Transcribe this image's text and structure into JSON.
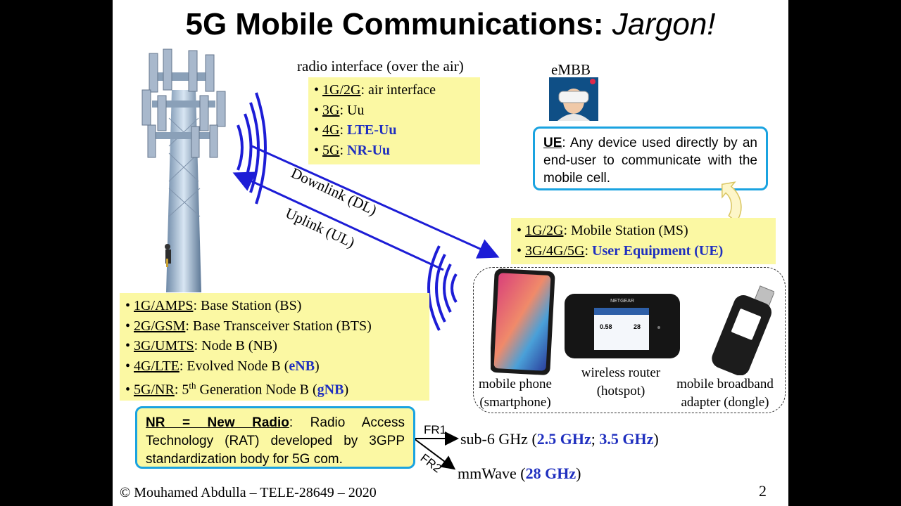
{
  "title": {
    "main": "5G Mobile Communications:",
    "emphasis": "Jargon!"
  },
  "radio_interface": {
    "heading": "radio interface (over the air)",
    "items": [
      {
        "gen": "1G/2G",
        "text": ": air interface",
        "bold": ""
      },
      {
        "gen": "3G",
        "text": ": Uu",
        "bold": ""
      },
      {
        "gen": "4G",
        "text": ": ",
        "bold": "LTE-Uu"
      },
      {
        "gen": "5G",
        "text": ": ",
        "bold": "NR-Uu"
      }
    ]
  },
  "embb_label": "eMBB",
  "ue_definition": {
    "term": "UE",
    "text": ": Any device used directly by an end-user to communicate with the mobile cell."
  },
  "links": {
    "downlink": "Downlink (DL)",
    "uplink": "Uplink (UL)"
  },
  "mobile_station": {
    "items": [
      {
        "gen": "1G/2G",
        "text": ": Mobile Station (MS)",
        "bold": ""
      },
      {
        "gen": "3G/4G/5G",
        "text": ": ",
        "bold": "User Equipment (UE)"
      }
    ]
  },
  "base_station": {
    "items": [
      {
        "gen": "1G/AMPS",
        "text": ": Base Station (BS)"
      },
      {
        "gen": "2G/GSM",
        "text": ": Base Transceiver Station (BTS)"
      },
      {
        "gen": "3G/UMTS",
        "text": ": Node B (NB)"
      },
      {
        "gen": "4G/LTE",
        "text": ": Evolved Node B (",
        "bold": "eNB",
        "after": ")"
      },
      {
        "gen": "5G/NR",
        "text_pre": ": 5",
        "sup": "th",
        "text_post": " Generation Node B (",
        "bold": "gNB",
        "after": ")"
      }
    ]
  },
  "devices": {
    "phone": {
      "line1": "mobile phone",
      "line2": "(smartphone)"
    },
    "router": {
      "line1": "wireless router",
      "line2": "(hotspot)",
      "brand": "NETGEAR",
      "screen_value1": "0.58",
      "screen_value2": "28"
    },
    "dongle": {
      "line1": "mobile broadband",
      "line2": "adapter (dongle)"
    }
  },
  "nr_definition": {
    "term": "NR = New Radio",
    "text": ": Radio Access Technology (RAT) developed by 3GPP standardization body for 5G com."
  },
  "frequency": {
    "fr1_label": "FR1",
    "fr1_text": "sub-6 GHz",
    "fr1_values": {
      "open": "(",
      "v1": "2.5 GHz",
      "sep": "; ",
      "v2": "3.5 GHz",
      "close": ")"
    },
    "fr2_label": "FR2",
    "fr2_text": "mmWave",
    "fr2_values": {
      "open": "(",
      "v1": "28 GHz",
      "close": ")"
    }
  },
  "footer": {
    "copyright": "© Mouhamed Abdulla – TELE-28649 – 2020",
    "page": "2"
  },
  "colors": {
    "accent_blue": "#1f2fbf",
    "box_yellow": "#fbf8a3",
    "callout_border": "#1aa3e0",
    "arrow_blue": "#1d1dd6"
  }
}
